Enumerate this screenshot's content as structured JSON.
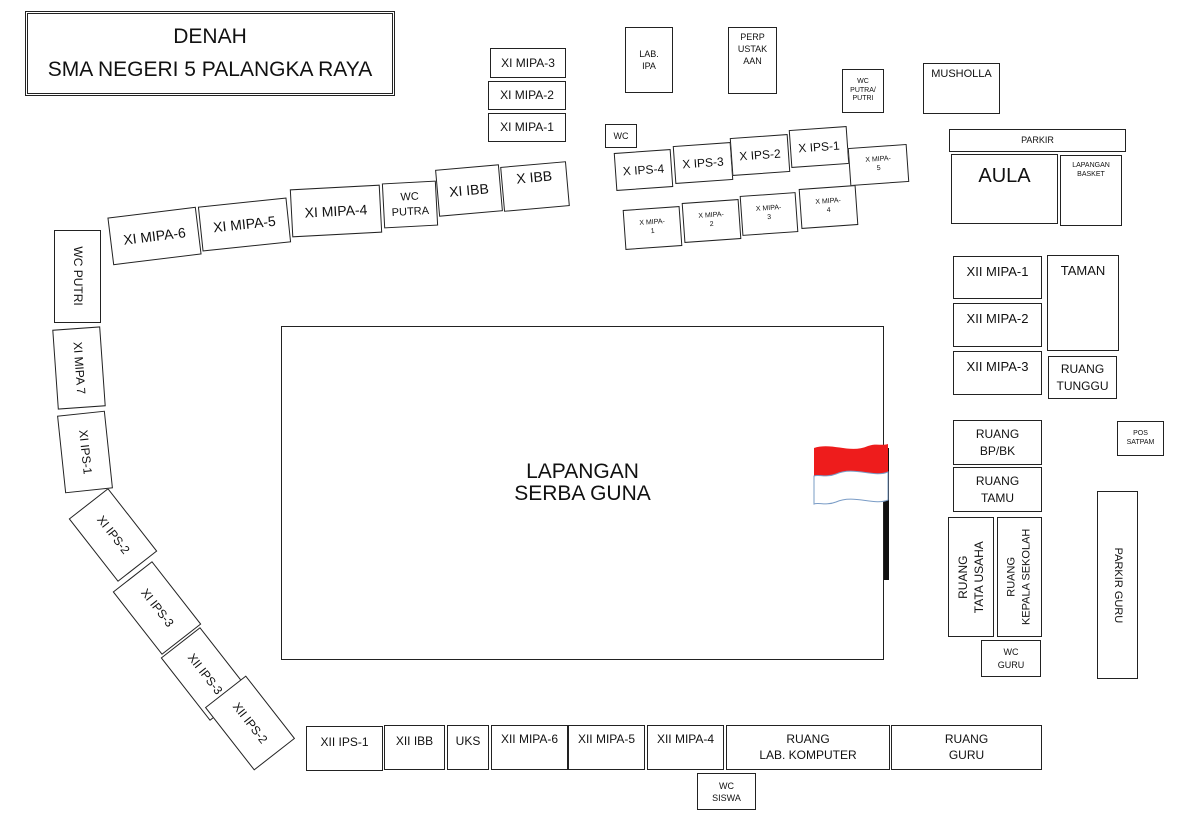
{
  "title": {
    "line1": "DENAH",
    "line2": "SMA NEGERI 5 PALANGKA RAYA"
  },
  "field": {
    "line1": "LAPANGAN",
    "line2": "SERBA GUNA"
  },
  "flag_colors": {
    "top": "#ee1c1c",
    "bottom": "#ffffff",
    "pole": "#111111"
  },
  "rooms": {
    "xi_mipa_3_top": "XI MIPA-3",
    "xi_mipa_2_top": "XI MIPA-2",
    "xi_mipa_1_top": "XI MIPA-1",
    "lab_ipa": "LAB.\nIPA",
    "perpustakaan": "PERP\nUSTAK\nAAN",
    "wc_putra_putri": "WC\nPUTRA/\nPUTRI",
    "musholla": "MUSHOLLA",
    "parkir": "PARKIR",
    "aula": "AULA",
    "lapangan_basket": "LAPANGAN\nBASKET",
    "wc_small": "WC",
    "x_ips_4": "X IPS-4",
    "x_ips_3": "X IPS-3",
    "x_ips_2": "X IPS-2",
    "x_ips_1": "X IPS-1",
    "x_mipa_5": "X MIPA-\n5",
    "x_mipa_1": "X MIPA-\n1",
    "x_mipa_2": "X MIPA-\n2",
    "x_mipa_3": "X MIPA-\n3",
    "x_mipa_4": "X MIPA-\n4",
    "xi_mipa_6": "XI MIPA-6",
    "xi_mipa_5": "XI MIPA-5",
    "xi_mipa_4": "XI MIPA-4",
    "wc_putra": "WC\nPUTRA",
    "xi_ibb": "XI IBB",
    "x_ibb": "X IBB",
    "wc_putri": "WC PUTRI",
    "xi_mipa_7": "XI MIPA 7",
    "xi_ips_1": "XI IPS-1",
    "xi_ips_2": "XI IPS-2",
    "xi_ips_3": "XI IPS-3",
    "xii_ips_3": "XII IPS-3",
    "xii_ips_2": "XII IPS-2",
    "xii_mipa_1": "XII MIPA-1",
    "xii_mipa_2": "XII MIPA-2",
    "xii_mipa_3": "XII MIPA-3",
    "taman": "TAMAN",
    "ruang_tunggu": "RUANG\nTUNGGU",
    "ruang_bpbk": "RUANG\nBP/BK",
    "pos_satpam": "POS\nSATPAM",
    "ruang_tamu": "RUANG\nTAMU",
    "ruang_tata_usaha": "RUANG\nTATA USAHA",
    "ruang_kepala_sekolah": "RUANG\nKEPALA SEKOLAH",
    "parkir_guru": "PARKIR GURU",
    "wc_guru": "WC\nGURU",
    "xii_ips_1": "XII IPS-1",
    "xii_ibb": "XII IBB",
    "uks": "UKS",
    "xii_mipa_6": "XII MIPA-6",
    "xii_mipa_5": "XII MIPA-5",
    "xii_mipa_4": "XII MIPA-4",
    "lab_komputer": "RUANG\nLAB. KOMPUTER",
    "ruang_guru": "RUANG\nGURU",
    "wc_siswa": "WC\nSISWA"
  }
}
